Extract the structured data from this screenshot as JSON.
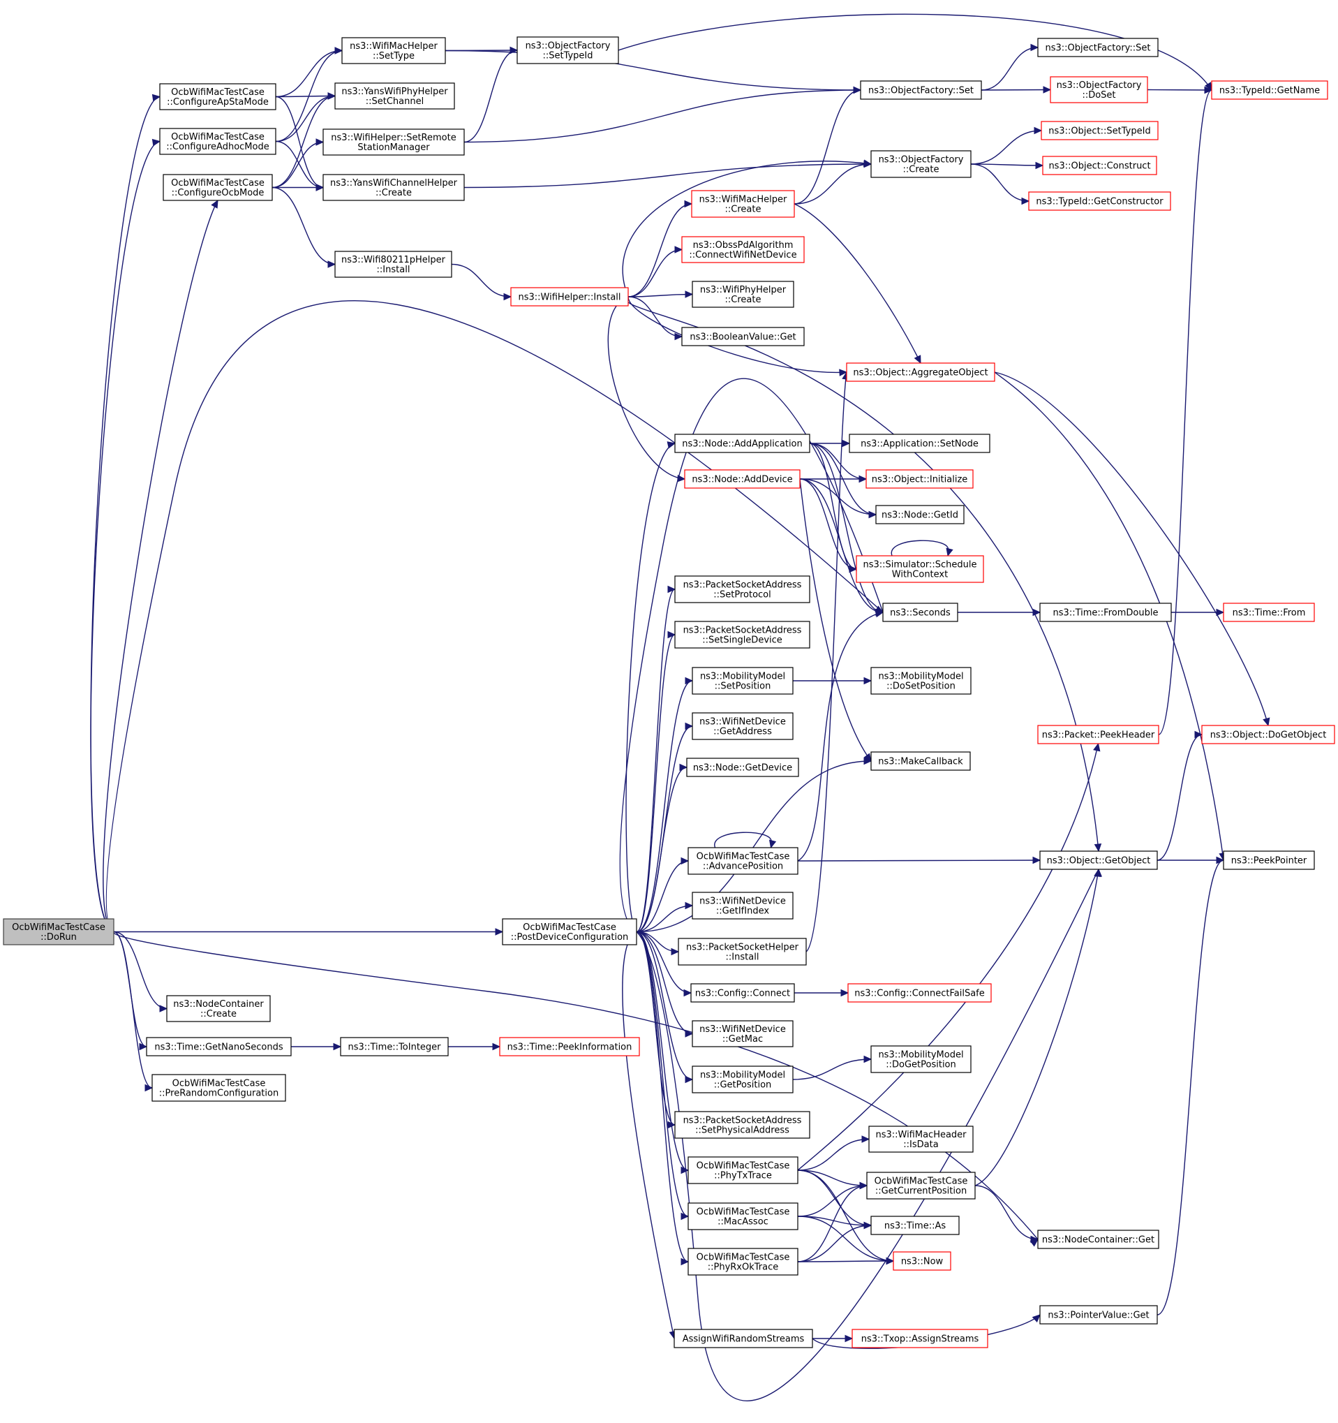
{
  "graph": {
    "nodes": [
      {
        "id": "dorun",
        "lines": [
          "OcbWifiMacTestCase",
          "::DoRun"
        ],
        "style": "root"
      },
      {
        "id": "apsta",
        "lines": [
          "OcbWifiMacTestCase",
          "::ConfigureApStaMode"
        ],
        "style": "normal"
      },
      {
        "id": "adhoc",
        "lines": [
          "OcbWifiMacTestCase",
          "::ConfigureAdhocMode"
        ],
        "style": "normal"
      },
      {
        "id": "ocbmode",
        "lines": [
          "OcbWifiMacTestCase",
          "::ConfigureOcbMode"
        ],
        "style": "normal"
      },
      {
        "id": "macsettype",
        "lines": [
          "ns3::WifiMacHelper",
          "::SetType"
        ],
        "style": "normal"
      },
      {
        "id": "yansphy",
        "lines": [
          "ns3::YansWifiPhyHelper",
          "::SetChannel"
        ],
        "style": "normal"
      },
      {
        "id": "setremote",
        "lines": [
          "ns3::WifiHelper::SetRemote",
          "StationManager"
        ],
        "style": "normal"
      },
      {
        "id": "yanschan",
        "lines": [
          "ns3::YansWifiChannelHelper",
          "::Create"
        ],
        "style": "normal"
      },
      {
        "id": "w80211p",
        "lines": [
          "ns3::Wifi80211pHelper",
          "::Install"
        ],
        "style": "normal"
      },
      {
        "id": "ofsettypeid",
        "lines": [
          "ns3::ObjectFactory",
          "::SetTypeId"
        ],
        "style": "normal"
      },
      {
        "id": "ofset1",
        "lines": [
          "ns3::ObjectFactory::Set"
        ],
        "style": "normal"
      },
      {
        "id": "ofset2",
        "lines": [
          "ns3::ObjectFactory::Set"
        ],
        "style": "normal"
      },
      {
        "id": "ofdoset",
        "lines": [
          "ns3::ObjectFactory",
          "::DoSet"
        ],
        "style": "red"
      },
      {
        "id": "tgetname",
        "lines": [
          "ns3::TypeId::GetName"
        ],
        "style": "red"
      },
      {
        "id": "ofcreate",
        "lines": [
          "ns3::ObjectFactory",
          "::Create"
        ],
        "style": "normal"
      },
      {
        "id": "objsettypeid",
        "lines": [
          "ns3::Object::SetTypeId"
        ],
        "style": "red"
      },
      {
        "id": "objconstruct",
        "lines": [
          "ns3::Object::Construct"
        ],
        "style": "red"
      },
      {
        "id": "tgetctor",
        "lines": [
          "ns3::TypeId::GetConstructor"
        ],
        "style": "red"
      },
      {
        "id": "maccreate",
        "lines": [
          "ns3::WifiMacHelper",
          "::Create"
        ],
        "style": "red"
      },
      {
        "id": "obsspd",
        "lines": [
          "ns3::ObssPdAlgorithm",
          "::ConnectWifiNetDevice"
        ],
        "style": "red"
      },
      {
        "id": "whinstall",
        "lines": [
          "ns3::WifiHelper::Install"
        ],
        "style": "red"
      },
      {
        "id": "phycreate",
        "lines": [
          "ns3::WifiPhyHelper",
          "::Create"
        ],
        "style": "normal"
      },
      {
        "id": "boolget",
        "lines": [
          "ns3::BooleanValue::Get"
        ],
        "style": "normal"
      },
      {
        "id": "aggregate",
        "lines": [
          "ns3::Object::AggregateObject"
        ],
        "style": "red"
      },
      {
        "id": "addapp",
        "lines": [
          "ns3::Node::AddApplication"
        ],
        "style": "normal"
      },
      {
        "id": "appsetnode",
        "lines": [
          "ns3::Application::SetNode"
        ],
        "style": "normal"
      },
      {
        "id": "adddevice",
        "lines": [
          "ns3::Node::AddDevice"
        ],
        "style": "red"
      },
      {
        "id": "objinit",
        "lines": [
          "ns3::Object::Initialize"
        ],
        "style": "red"
      },
      {
        "id": "nodegetid",
        "lines": [
          "ns3::Node::GetId"
        ],
        "style": "normal"
      },
      {
        "id": "schedctx",
        "lines": [
          "ns3::Simulator::Schedule",
          "WithContext"
        ],
        "style": "red"
      },
      {
        "id": "seconds",
        "lines": [
          "ns3::Seconds"
        ],
        "style": "normal"
      },
      {
        "id": "fromdouble",
        "lines": [
          "ns3::Time::FromDouble"
        ],
        "style": "normal"
      },
      {
        "id": "timefrom",
        "lines": [
          "ns3::Time::From"
        ],
        "style": "red"
      },
      {
        "id": "psasetproto",
        "lines": [
          "ns3::PacketSocketAddress",
          "::SetProtocol"
        ],
        "style": "normal"
      },
      {
        "id": "psasetsingle",
        "lines": [
          "ns3::PacketSocketAddress",
          "::SetSingleDevice"
        ],
        "style": "normal"
      },
      {
        "id": "mmsetpos",
        "lines": [
          "ns3::MobilityModel",
          "::SetPosition"
        ],
        "style": "normal"
      },
      {
        "id": "mmdosetpos",
        "lines": [
          "ns3::MobilityModel",
          "::DoSetPosition"
        ],
        "style": "normal"
      },
      {
        "id": "wndgetaddr",
        "lines": [
          "ns3::WifiNetDevice",
          "::GetAddress"
        ],
        "style": "normal"
      },
      {
        "id": "nodegetdev",
        "lines": [
          "ns3::Node::GetDevice"
        ],
        "style": "normal"
      },
      {
        "id": "makecb",
        "lines": [
          "ns3::MakeCallback"
        ],
        "style": "normal"
      },
      {
        "id": "peekheader",
        "lines": [
          "ns3::Packet::PeekHeader"
        ],
        "style": "red"
      },
      {
        "id": "dogetobj",
        "lines": [
          "ns3::Object::DoGetObject"
        ],
        "style": "red"
      },
      {
        "id": "advpos",
        "lines": [
          "OcbWifiMacTestCase",
          "::AdvancePosition"
        ],
        "style": "normal"
      },
      {
        "id": "getobject",
        "lines": [
          "ns3::Object::GetObject"
        ],
        "style": "normal"
      },
      {
        "id": "peekptr",
        "lines": [
          "ns3::PeekPointer"
        ],
        "style": "normal"
      },
      {
        "id": "wndgetif",
        "lines": [
          "ns3::WifiNetDevice",
          "::GetIfIndex"
        ],
        "style": "normal"
      },
      {
        "id": "postdev",
        "lines": [
          "OcbWifiMacTestCase",
          "::PostDeviceConfiguration"
        ],
        "style": "normal"
      },
      {
        "id": "pshinstall",
        "lines": [
          "ns3::PacketSocketHelper",
          "::Install"
        ],
        "style": "normal"
      },
      {
        "id": "cfgconnect",
        "lines": [
          "ns3::Config::Connect"
        ],
        "style": "normal"
      },
      {
        "id": "cfgfailsafe",
        "lines": [
          "ns3::Config::ConnectFailSafe"
        ],
        "style": "red"
      },
      {
        "id": "nccreate",
        "lines": [
          "ns3::NodeContainer",
          "::Create"
        ],
        "style": "normal"
      },
      {
        "id": "wndgetmac",
        "lines": [
          "ns3::WifiNetDevice",
          "::GetMac"
        ],
        "style": "normal"
      },
      {
        "id": "getnano",
        "lines": [
          "ns3::Time::GetNanoSeconds"
        ],
        "style": "normal"
      },
      {
        "id": "tointeger",
        "lines": [
          "ns3::Time::ToInteger"
        ],
        "style": "normal"
      },
      {
        "id": "peekinfo",
        "lines": [
          "ns3::Time::PeekInformation"
        ],
        "style": "red"
      },
      {
        "id": "mmdogetpos",
        "lines": [
          "ns3::MobilityModel",
          "::DoGetPosition"
        ],
        "style": "normal"
      },
      {
        "id": "mmgetpos",
        "lines": [
          "ns3::MobilityModel",
          "::GetPosition"
        ],
        "style": "normal"
      },
      {
        "id": "prerand",
        "lines": [
          "OcbWifiMacTestCase",
          "::PreRandomConfiguration"
        ],
        "style": "normal"
      },
      {
        "id": "psasetphys",
        "lines": [
          "ns3::PacketSocketAddress",
          "::SetPhysicalAddress"
        ],
        "style": "normal"
      },
      {
        "id": "isdata",
        "lines": [
          "ns3::WifiMacHeader",
          "::IsData"
        ],
        "style": "normal"
      },
      {
        "id": "phytx",
        "lines": [
          "OcbWifiMacTestCase",
          "::PhyTxTrace"
        ],
        "style": "normal"
      },
      {
        "id": "getcurpos",
        "lines": [
          "OcbWifiMacTestCase",
          "::GetCurrentPosition"
        ],
        "style": "normal"
      },
      {
        "id": "macassoc",
        "lines": [
          "OcbWifiMacTestCase",
          "::MacAssoc"
        ],
        "style": "normal"
      },
      {
        "id": "timeas",
        "lines": [
          "ns3::Time::As"
        ],
        "style": "normal"
      },
      {
        "id": "ncget",
        "lines": [
          "ns3::NodeContainer::Get"
        ],
        "style": "normal"
      },
      {
        "id": "phyrxok",
        "lines": [
          "OcbWifiMacTestCase",
          "::PhyRxOkTrace"
        ],
        "style": "normal"
      },
      {
        "id": "now",
        "lines": [
          "ns3::Now"
        ],
        "style": "red"
      },
      {
        "id": "ptrget",
        "lines": [
          "ns3::PointerValue::Get"
        ],
        "style": "normal"
      },
      {
        "id": "assignrand",
        "lines": [
          "AssignWifiRandomStreams"
        ],
        "style": "normal"
      },
      {
        "id": "txopassign",
        "lines": [
          "ns3::Txop::AssignStreams"
        ],
        "style": "red"
      }
    ],
    "edges": [
      [
        "dorun",
        "apsta"
      ],
      [
        "dorun",
        "adhoc"
      ],
      [
        "dorun",
        "ocbmode"
      ],
      [
        "dorun",
        "seconds"
      ],
      [
        "dorun",
        "postdev"
      ],
      [
        "dorun",
        "nccreate"
      ],
      [
        "dorun",
        "getnano"
      ],
      [
        "dorun",
        "prerand"
      ],
      [
        "dorun",
        "ncget"
      ],
      [
        "apsta",
        "macsettype"
      ],
      [
        "apsta",
        "yansphy"
      ],
      [
        "apsta",
        "yanschan"
      ],
      [
        "adhoc",
        "macsettype"
      ],
      [
        "adhoc",
        "yansphy"
      ],
      [
        "adhoc",
        "yanschan"
      ],
      [
        "ocbmode",
        "yansphy"
      ],
      [
        "ocbmode",
        "setremote"
      ],
      [
        "ocbmode",
        "yanschan"
      ],
      [
        "ocbmode",
        "w80211p"
      ],
      [
        "macsettype",
        "ofsettypeid"
      ],
      [
        "macsettype",
        "ofset2"
      ],
      [
        "ofsettypeid",
        "tgetname"
      ],
      [
        "setremote",
        "ofsettypeid"
      ],
      [
        "setremote",
        "ofset2"
      ],
      [
        "ofset2",
        "ofset1"
      ],
      [
        "ofset2",
        "ofdoset"
      ],
      [
        "ofdoset",
        "tgetname"
      ],
      [
        "yanschan",
        "ofcreate"
      ],
      [
        "ofcreate",
        "objsettypeid"
      ],
      [
        "ofcreate",
        "objconstruct"
      ],
      [
        "ofcreate",
        "tgetctor"
      ],
      [
        "w80211p",
        "whinstall"
      ],
      [
        "whinstall",
        "ofcreate"
      ],
      [
        "whinstall",
        "maccreate"
      ],
      [
        "whinstall",
        "obsspd"
      ],
      [
        "whinstall",
        "phycreate"
      ],
      [
        "whinstall",
        "boolget"
      ],
      [
        "whinstall",
        "aggregate"
      ],
      [
        "whinstall",
        "adddevice"
      ],
      [
        "whinstall",
        "getobject"
      ],
      [
        "maccreate",
        "ofset2"
      ],
      [
        "maccreate",
        "ofcreate"
      ],
      [
        "maccreate",
        "aggregate"
      ],
      [
        "aggregate",
        "dogetobj"
      ],
      [
        "aggregate",
        "peekptr"
      ],
      [
        "addapp",
        "appsetnode"
      ],
      [
        "addapp",
        "objinit"
      ],
      [
        "addapp",
        "nodegetid"
      ],
      [
        "addapp",
        "schedctx"
      ],
      [
        "addapp",
        "seconds"
      ],
      [
        "adddevice",
        "objinit"
      ],
      [
        "adddevice",
        "nodegetid"
      ],
      [
        "adddevice",
        "schedctx"
      ],
      [
        "adddevice",
        "seconds"
      ],
      [
        "adddevice",
        "makecb"
      ],
      [
        "schedctx",
        "schedctx"
      ],
      [
        "seconds",
        "fromdouble"
      ],
      [
        "fromdouble",
        "timefrom"
      ],
      [
        "postdev",
        "addapp"
      ],
      [
        "postdev",
        "seconds"
      ],
      [
        "postdev",
        "psasetproto"
      ],
      [
        "postdev",
        "psasetsingle"
      ],
      [
        "postdev",
        "mmsetpos"
      ],
      [
        "postdev",
        "wndgetaddr"
      ],
      [
        "postdev",
        "nodegetdev"
      ],
      [
        "postdev",
        "makecb"
      ],
      [
        "postdev",
        "advpos"
      ],
      [
        "postdev",
        "wndgetif"
      ],
      [
        "postdev",
        "pshinstall"
      ],
      [
        "postdev",
        "cfgconnect"
      ],
      [
        "postdev",
        "wndgetmac"
      ],
      [
        "postdev",
        "mmgetpos"
      ],
      [
        "postdev",
        "psasetphys"
      ],
      [
        "postdev",
        "phytx"
      ],
      [
        "postdev",
        "macassoc"
      ],
      [
        "postdev",
        "phyrxok"
      ],
      [
        "postdev",
        "getobject"
      ],
      [
        "postdev",
        "assignrand"
      ],
      [
        "mmsetpos",
        "mmdosetpos"
      ],
      [
        "advpos",
        "advpos"
      ],
      [
        "advpos",
        "seconds"
      ],
      [
        "advpos",
        "getobject"
      ],
      [
        "getobject",
        "dogetobj"
      ],
      [
        "getobject",
        "peekptr"
      ],
      [
        "peekheader",
        "tgetname"
      ],
      [
        "pshinstall",
        "aggregate"
      ],
      [
        "cfgconnect",
        "cfgfailsafe"
      ],
      [
        "getnano",
        "tointeger"
      ],
      [
        "tointeger",
        "peekinfo"
      ],
      [
        "mmgetpos",
        "mmdogetpos"
      ],
      [
        "phytx",
        "peekheader"
      ],
      [
        "phytx",
        "isdata"
      ],
      [
        "phytx",
        "getcurpos"
      ],
      [
        "phytx",
        "timeas"
      ],
      [
        "phytx",
        "now"
      ],
      [
        "getcurpos",
        "getobject"
      ],
      [
        "getcurpos",
        "ncget"
      ],
      [
        "macassoc",
        "getcurpos"
      ],
      [
        "macassoc",
        "timeas"
      ],
      [
        "macassoc",
        "now"
      ],
      [
        "phyrxok",
        "getcurpos"
      ],
      [
        "phyrxok",
        "timeas"
      ],
      [
        "phyrxok",
        "now"
      ],
      [
        "assignrand",
        "txopassign"
      ],
      [
        "assignrand",
        "ptrget"
      ],
      [
        "ptrget",
        "peekptr"
      ]
    ],
    "colors": {
      "edge": "#191970",
      "red_border": "#ff0000",
      "root_fill": "#bfbfbf"
    }
  }
}
